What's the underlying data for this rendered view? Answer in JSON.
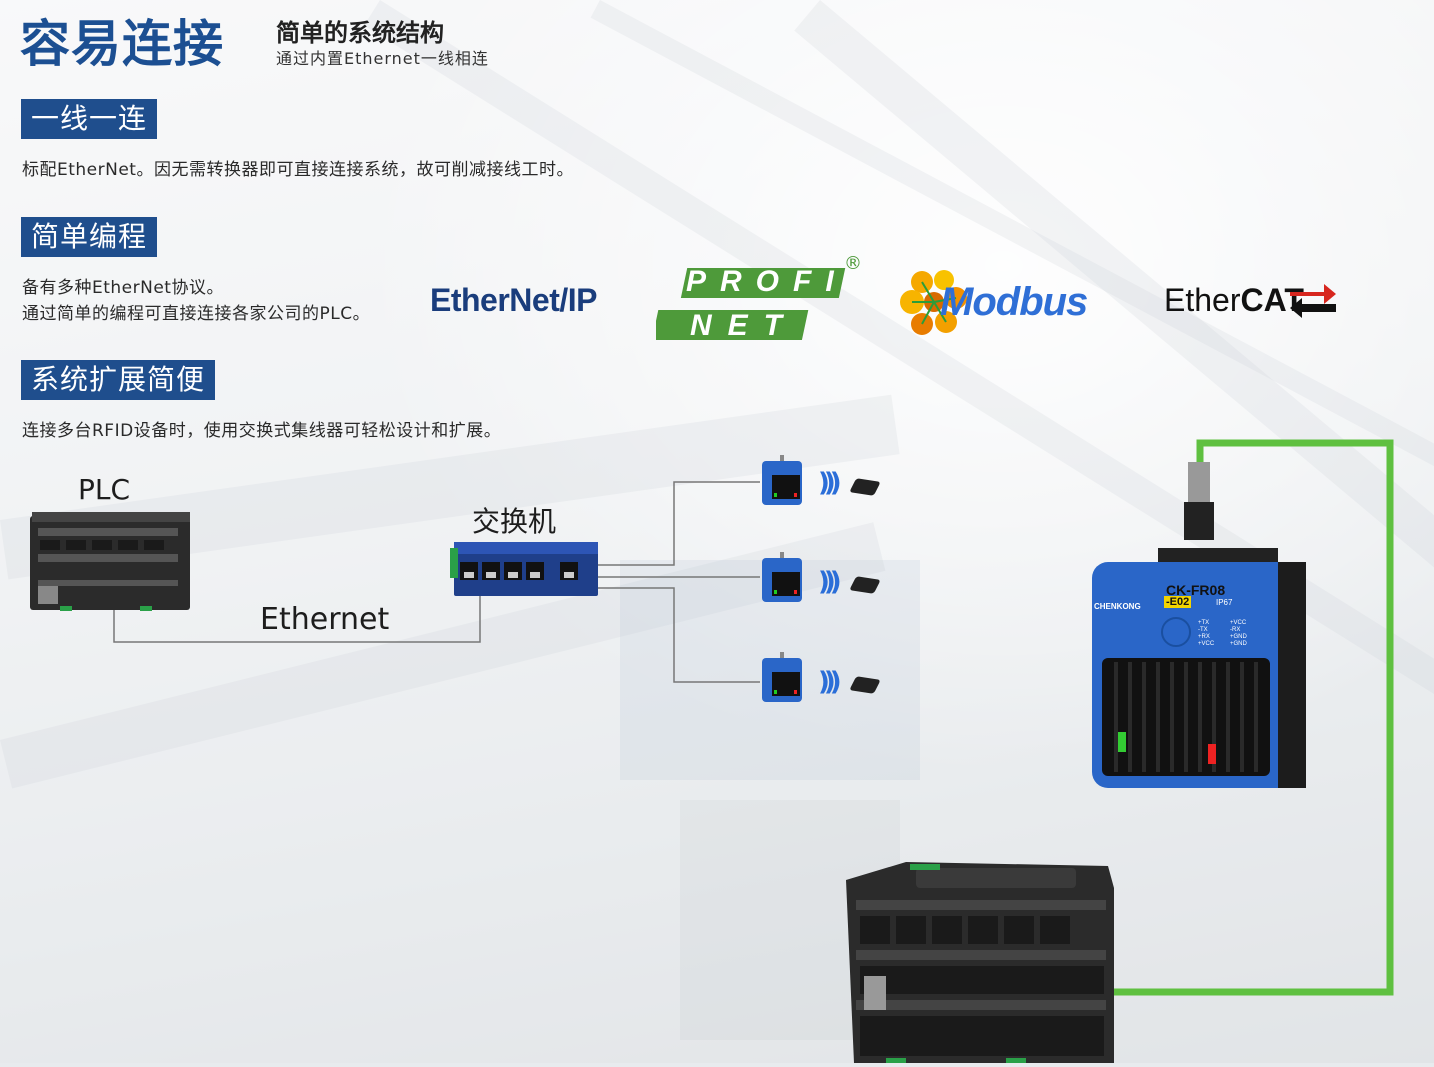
{
  "header": {
    "main_title": "容易连接",
    "subtitle": "简单的系统结构",
    "subtitle_desc": "通过内置Ethernet一线相连"
  },
  "sections": [
    {
      "badge": "一线一连",
      "desc": "标配EtherNet。因无需转换器即可直接连接系统，故可削减接线工时。"
    },
    {
      "badge": "简单编程",
      "desc_lines": [
        "备有多种EtherNet协议。",
        "通过简单的编程可直接连接各家公司的PLC。"
      ]
    },
    {
      "badge": "系统扩展简便",
      "desc": "连接多台RFID设备时，使用交换式集线器可轻松设计和扩展。"
    }
  ],
  "protocols": {
    "ethernetip": "EtherNet/IP",
    "profinet_top": "PROFI",
    "profinet_bottom": "NET",
    "registered": "®",
    "modbus": "Modbus",
    "ethercat_a": "Ether",
    "ethercat_b": "CAT"
  },
  "diagram": {
    "plc_label": "PLC",
    "switch_label": "交换机",
    "ethernet_label": "Ethernet",
    "rfid_model": "CK-FR08",
    "rfid_suffix": "-E02",
    "rfid_brand": "CHENKONG",
    "rfid_ip": "IP67",
    "pins": [
      "+TX",
      "-TX",
      "+RX",
      "+VCC",
      "+VCC",
      "-RX",
      "+GND",
      "+GND"
    ]
  },
  "colors": {
    "brand_blue": "#1f4e8d",
    "cable_green": "#5fc040",
    "device_blue": "#2a66c8",
    "profinet_green": "#4e9a3a"
  }
}
